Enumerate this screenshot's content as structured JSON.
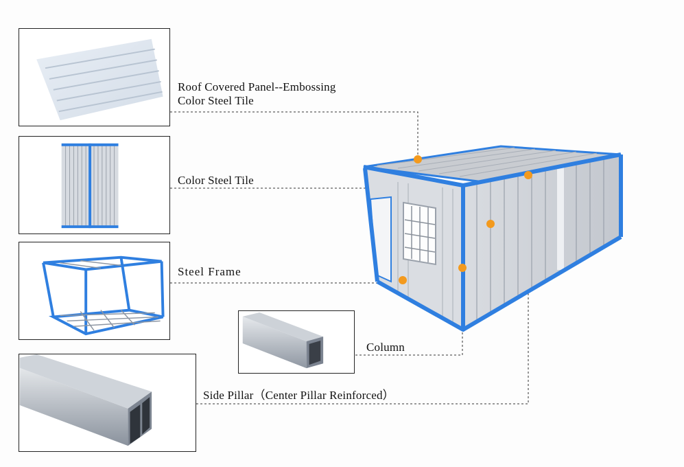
{
  "labels": {
    "roof_line1": "Roof Covered  Panel--Embossing",
    "roof_line2": "Color Steel Tile",
    "wall": "Color Steel Tile",
    "frame": "Steel Frame",
    "column": "Column",
    "side_pillar": "Side Pillar（Center Pillar Reinforced）"
  },
  "colors": {
    "frame_blue": "#2f7fe0",
    "marker_orange": "#f39a1e",
    "panel_grey": "#c6cad1",
    "leader_line": "#333333"
  }
}
